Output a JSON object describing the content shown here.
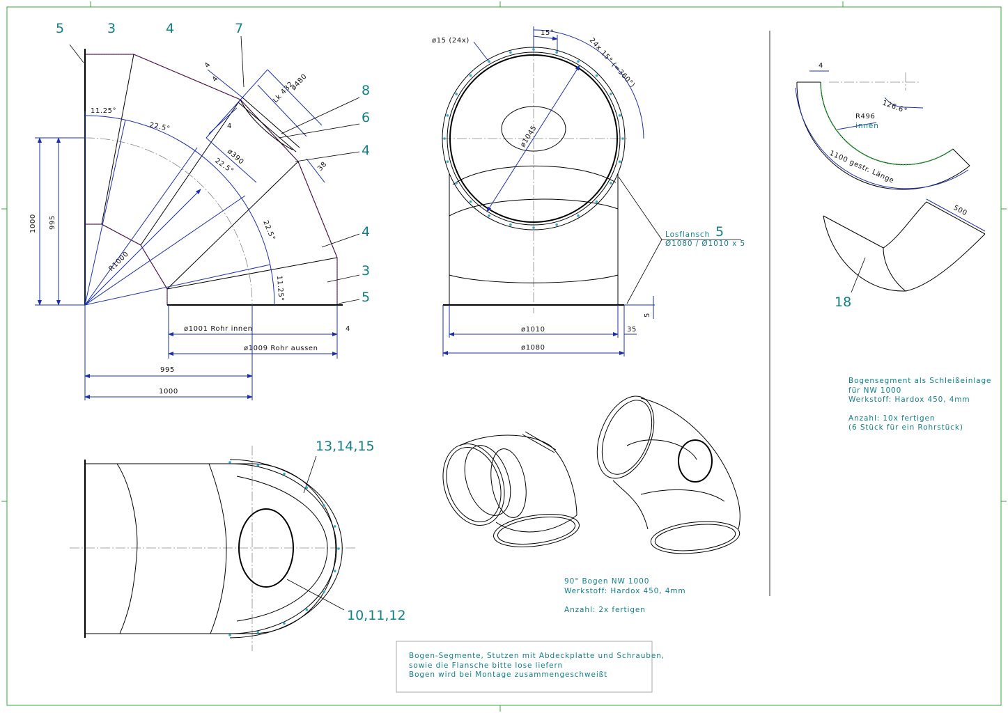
{
  "positions": {
    "p5_top": "5",
    "p3_top": "3",
    "p4_top": "4",
    "p7": "7",
    "p8": "8",
    "p6": "6",
    "p4_a": "4",
    "p4_b": "4",
    "p3_b": "3",
    "p5_b": "5",
    "p5_front": "5",
    "p18": "18",
    "p13": "13,14,15",
    "p10": "10,11,12"
  },
  "dims": {
    "angle_1125_top": "11.25°",
    "angle_225_a": "22.5°",
    "angle_225_b": "22.5°",
    "angle_225_c": "22.5°",
    "angle_1125_bot": "11.25°",
    "d480": "ø480",
    "lk432": "Lk 432",
    "d390": "ø390",
    "t4_a": "4",
    "t4_b": "4",
    "t4_c": "4",
    "t38": "38",
    "r1000": "R1000",
    "v1000": "1000",
    "v995": "995",
    "rohr_innen": "ø1001 Rohr  innen",
    "rohr_aussen": "ø1009 Rohr  aussen",
    "w4": "4",
    "h995": "995",
    "h1000": "1000",
    "holes": "ø15 (24x)",
    "deg15": "15°",
    "pitch": "24x 15° (=360°)",
    "d1045": "ø1045",
    "d1010": "ø1010",
    "d1080": "ø1080",
    "v35": "35",
    "v5": "5",
    "seg_t4": "4",
    "seg_angle": "126.6°",
    "seg_r": "R496",
    "seg_innen": "innen",
    "seg_len": "1100 gestr. Länge",
    "seg_500": "500"
  },
  "losflansch": {
    "label": "Losflansch",
    "spec": "Ø1080 / Ø1010 x 5"
  },
  "notes": {
    "segment_lines": [
      "Bogensegment als Schleißeinlage",
      "für NW 1000",
      "Werkstoff:  Hardox 450, 4mm",
      "",
      "Anzahl: 10x  fertigen",
      "(6 Stück für ein Rohrstück)"
    ],
    "bend_lines": [
      "90° Bogen  NW 1000",
      "Werkstoff:  Hardox 450, 4mm",
      "",
      "Anzahl: 2x  fertigen"
    ],
    "box_lines": [
      "Bogen-Segmente, Stutzen mit Abdeckplatte und Schrauben,",
      "sowie die Flansche bitte lose liefern",
      "Bogen wird bei Montage zusammengeschweißt"
    ]
  }
}
